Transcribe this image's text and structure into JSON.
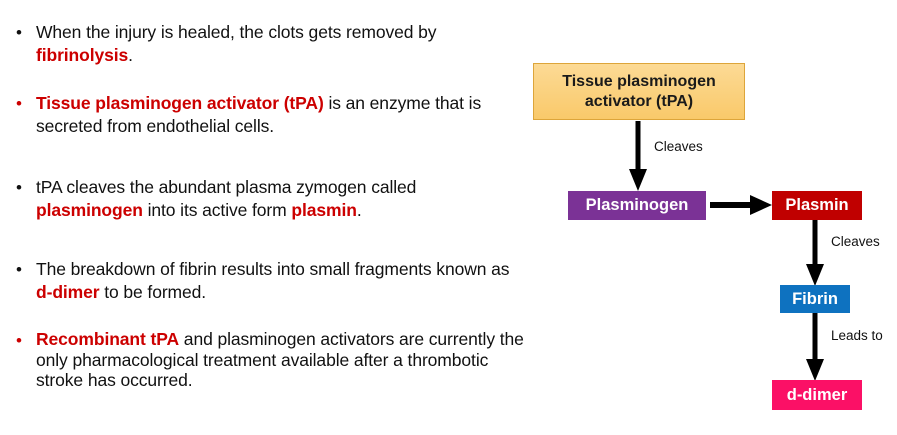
{
  "slide": {
    "background_color": "#FFFFFF",
    "highlight_color": "#CC0000"
  },
  "bullets": [
    {
      "id": "b1",
      "marker": "•",
      "marker_color": "black",
      "segments": [
        {
          "text": "When the injury is healed, the clots gets removed by ",
          "emphasis": false
        },
        {
          "text": "fibrinolysis",
          "emphasis": true
        },
        {
          "text": ".",
          "emphasis": false
        }
      ]
    },
    {
      "id": "b2",
      "marker": "•",
      "marker_color": "red",
      "segments": [
        {
          "text": "Tissue plasminogen activator (tPA)",
          "emphasis": true
        },
        {
          "text": " is an enzyme that is secreted from endothelial cells.",
          "emphasis": false
        }
      ]
    },
    {
      "id": "b3",
      "marker": "•",
      "marker_color": "black",
      "segments": [
        {
          "text": "tPA cleaves the abundant plasma zymogen called ",
          "emphasis": false
        },
        {
          "text": "plasminogen",
          "emphasis": true
        },
        {
          "text": " into its active form ",
          "emphasis": false
        },
        {
          "text": "plasmin",
          "emphasis": true
        },
        {
          "text": ".",
          "emphasis": false
        }
      ]
    },
    {
      "id": "b4",
      "marker": "•",
      "marker_color": "black",
      "segments": [
        {
          "text": "The breakdown of fibrin results into small fragments known as ",
          "emphasis": false
        },
        {
          "text": "d-dimer",
          "emphasis": true
        },
        {
          "text": " to be formed.",
          "emphasis": false
        }
      ]
    },
    {
      "id": "b5",
      "marker": "•",
      "marker_color": "red",
      "segments": [
        {
          "text": "Recombinant tPA",
          "emphasis": true
        },
        {
          "text": " and plasminogen activators are currently the only pharmacological treatment available after a thrombotic stroke has occurred.",
          "emphasis": false
        }
      ]
    }
  ],
  "diagram": {
    "type": "flowchart",
    "nodes": [
      {
        "id": "tpa",
        "label": "Tissue plasminogen activator (tPA)",
        "fill": "#FBD281",
        "border": "#DDA53A",
        "text_color": "#1A1A1A"
      },
      {
        "id": "plasminogen",
        "label": "Plasminogen",
        "fill": "#7B3296",
        "border": "none",
        "text_color": "#FFFFFF"
      },
      {
        "id": "plasmin",
        "label": "Plasmin",
        "fill": "#C00000",
        "border": "none",
        "text_color": "#FFFFFF"
      },
      {
        "id": "fibrin",
        "label": "Fibrin",
        "fill": "#0E72C0",
        "border": "none",
        "text_color": "#FFFFFF"
      },
      {
        "id": "ddimer",
        "label": "d-dimer",
        "fill": "#FB1066",
        "border": "none",
        "text_color": "#FFFFFF"
      }
    ],
    "edges": [
      {
        "from": "tpa",
        "to": "plasminogen",
        "label": "Cleaves",
        "direction": "down"
      },
      {
        "from": "plasminogen",
        "to": "plasmin",
        "label": "",
        "direction": "right"
      },
      {
        "from": "plasmin",
        "to": "fibrin",
        "label": "Cleaves",
        "direction": "down"
      },
      {
        "from": "fibrin",
        "to": "ddimer",
        "label": "Leads to",
        "direction": "down"
      }
    ]
  }
}
